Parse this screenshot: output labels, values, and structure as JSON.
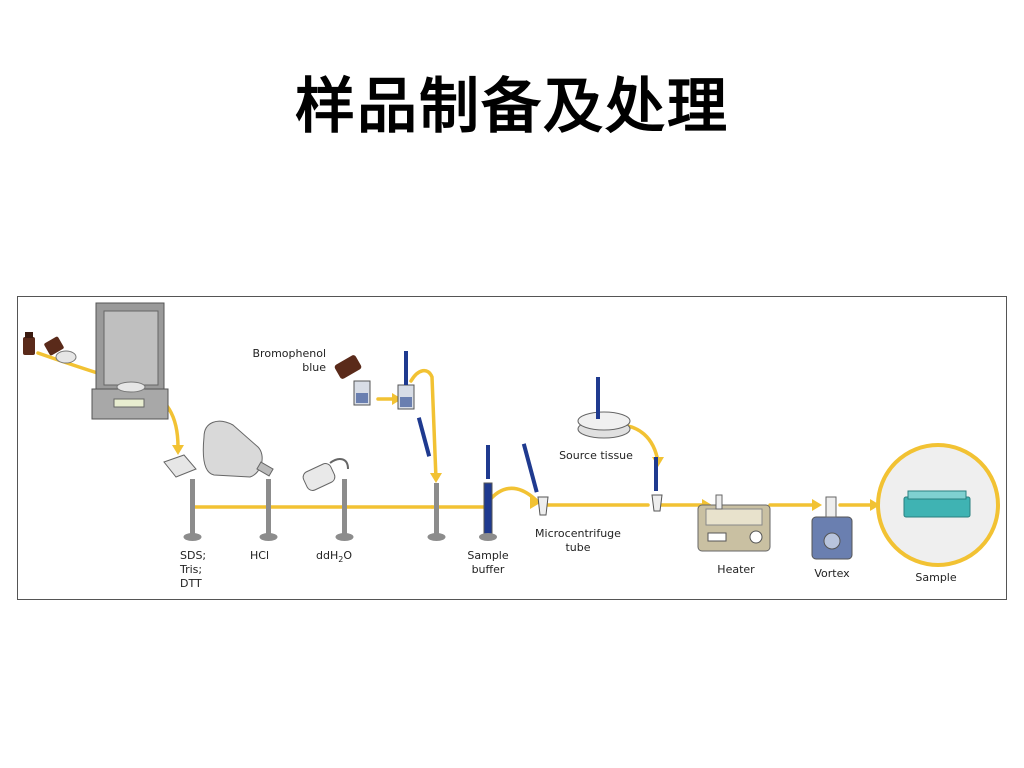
{
  "title": "样品制备及处理",
  "diagram": {
    "labels": {
      "bromophenol": "Bromophenol",
      "blue": "blue",
      "sds": "SDS;",
      "tris": "Tris;",
      "dtt": "DTT",
      "hcl": "HCl",
      "ddh2o_main": "ddH",
      "ddh2o_sub": "2",
      "ddh2o_end": "O",
      "sample_buffer_1": "Sample",
      "sample_buffer_2": "buffer",
      "microcentrifuge_1": "Microcentrifuge",
      "microcentrifuge_2": "tube",
      "source_tissue": "Source tissue",
      "heater": "Heater",
      "vortex": "Vortex",
      "sample": "Sample"
    },
    "colors": {
      "flow": "#f2c233",
      "equipment": "#8c8c8c",
      "reagent_bottle": "#5a2a1a",
      "pipette": "#1f3a8f",
      "rack": "#3fb3b3",
      "heater_body": "#c9c0a2",
      "vortex_body": "#6a7fb0"
    }
  }
}
